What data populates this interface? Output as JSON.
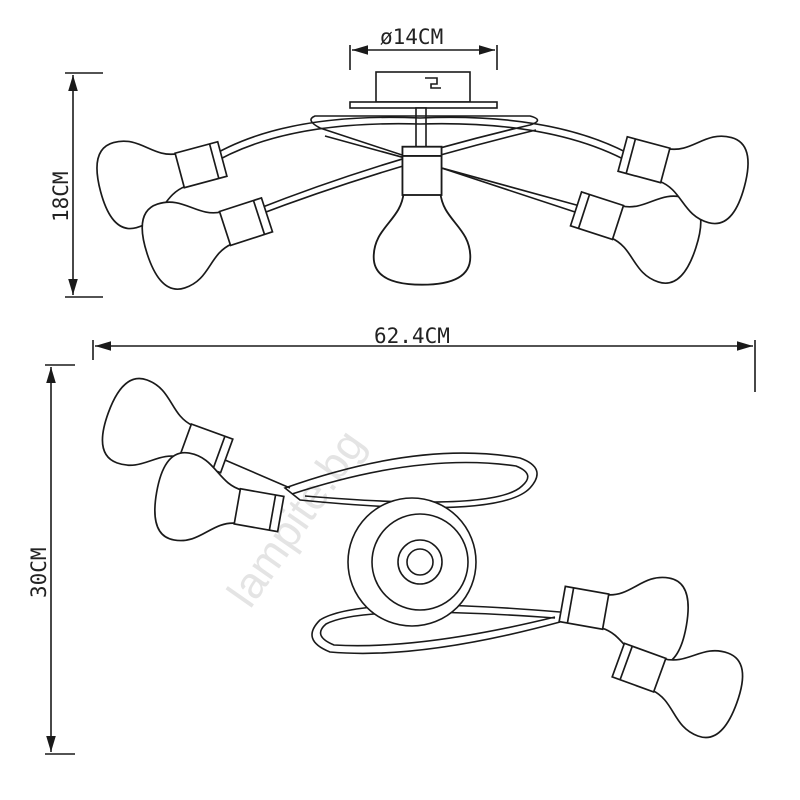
{
  "drawing": {
    "canopy_diameter": "ø14CM",
    "height": "18CM",
    "width": "62.4CM",
    "depth": "30CM"
  },
  "watermark": "lampite.bg",
  "colors": {
    "line": "#1a1a1a",
    "watermark": "#d9d9d9"
  }
}
